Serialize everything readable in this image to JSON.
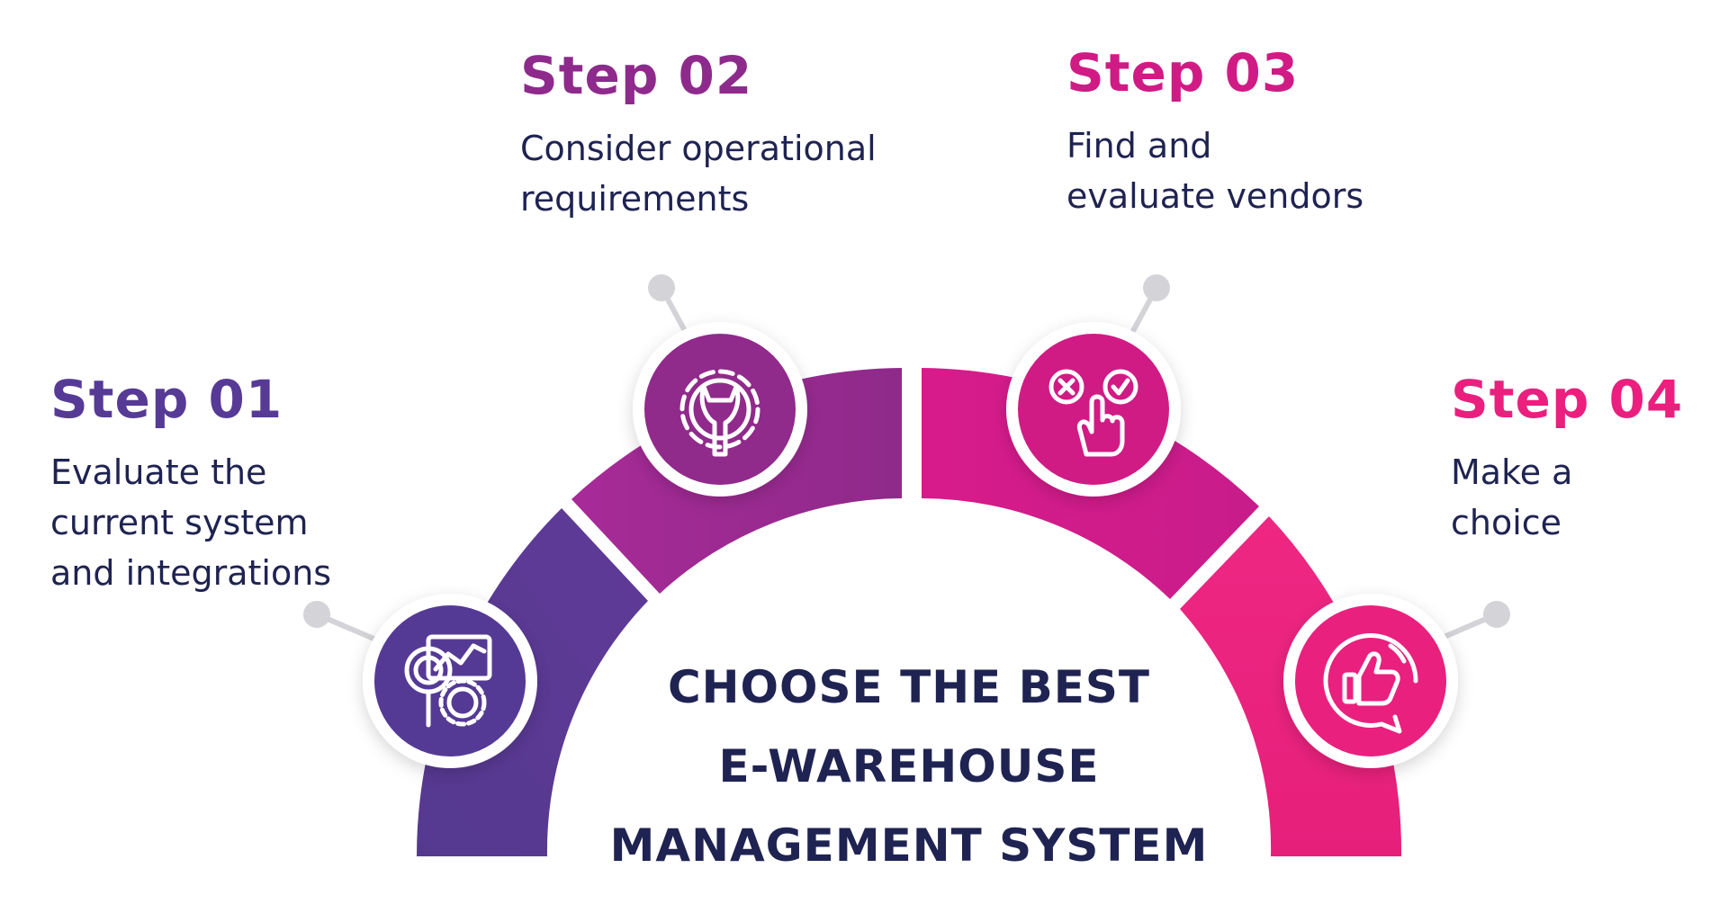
{
  "colors": {
    "step1": "#563a95",
    "step2": "#8e2a8c",
    "step3": "#d01b85",
    "step4": "#ea1f7e",
    "text_dark": "#1f2352",
    "connector": "#d4d4d8"
  },
  "steps": [
    {
      "title": "Step 01",
      "lines": [
        "Evaluate the",
        "current system",
        "and integrations"
      ],
      "icon": "analytics-search-gear-icon"
    },
    {
      "title": "Step 02",
      "lines": [
        "Consider operational",
        "requirements"
      ],
      "icon": "wrench-gear-icon"
    },
    {
      "title": "Step 03",
      "lines": [
        "Find and",
        "evaluate vendors"
      ],
      "icon": "hand-choice-check-cross-icon"
    },
    {
      "title": "Step 04",
      "lines": [
        "Make a",
        "choice"
      ],
      "icon": "thumbs-up-chat-icon"
    }
  ],
  "center": {
    "lines": [
      "CHOOSE THE BEST",
      "E-WAREHOUSE",
      "MANAGEMENT SYSTEM"
    ]
  }
}
